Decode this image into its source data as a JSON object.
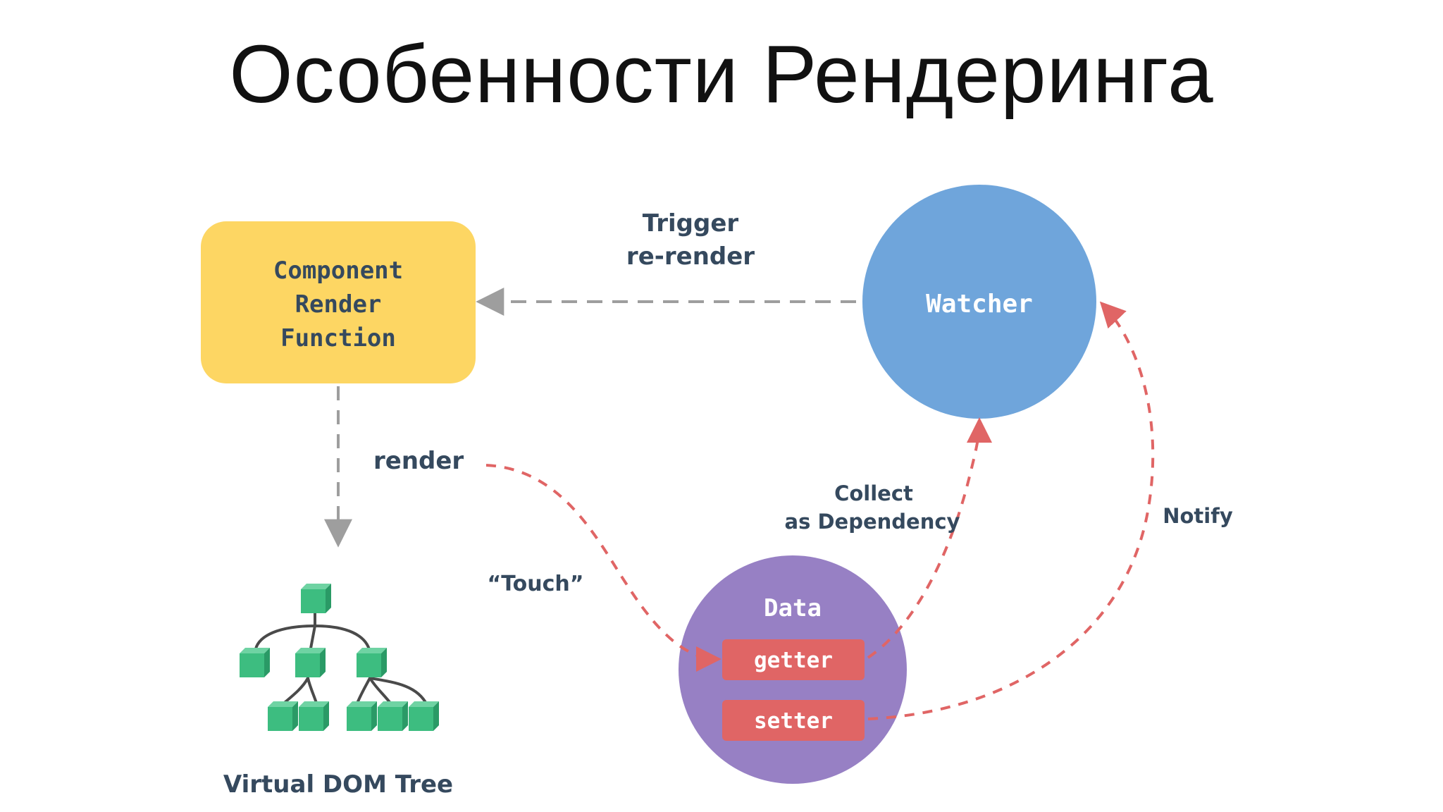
{
  "slide": {
    "title": "Особенности Рендеринга"
  },
  "component": {
    "line1": "Component",
    "line2": "Render",
    "line3": "Function"
  },
  "watcher": {
    "label": "Watcher"
  },
  "data_node": {
    "label": "Data",
    "getter": "getter",
    "setter": "setter"
  },
  "edges": {
    "trigger_line1": "Trigger",
    "trigger_line2": "re-render",
    "render": "render",
    "touch": "“Touch”",
    "collect_line1": "Collect",
    "collect_line2": "as Dependency",
    "notify": "Notify"
  },
  "vdom": {
    "label": "Virtual DOM Tree"
  },
  "colors": {
    "component_fill": "#FDD663",
    "watcher_fill": "#6FA5DB",
    "data_fill": "#9780C4",
    "accessor_fill": "#E06565",
    "text_dark": "#35495E",
    "gray_arrow": "#9E9E9E",
    "red_arrow": "#E06565",
    "node_green": "#3DBD80"
  }
}
